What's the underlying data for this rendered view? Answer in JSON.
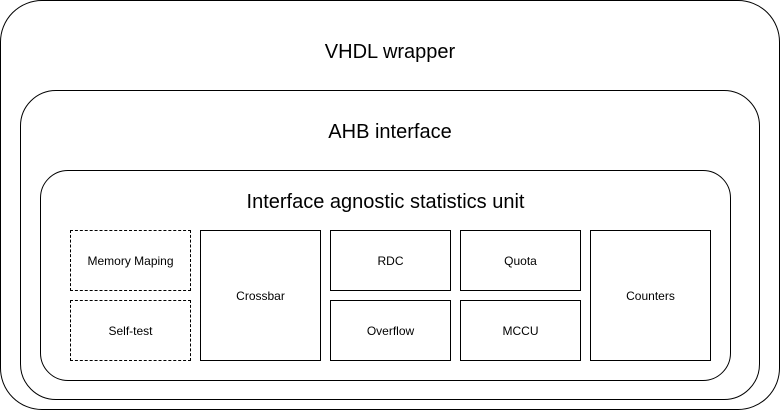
{
  "diagram": {
    "wrapper": {
      "title": "VHDL wrapper"
    },
    "interface": {
      "title": "AHB interface"
    },
    "unit": {
      "title": "Interface agnostic statistics unit",
      "blocks": {
        "memory_mapping": "Memory Maping",
        "self_test": "Self-test",
        "crossbar": "Crossbar",
        "rdc": "RDC",
        "overflow": "Overflow",
        "quota": "Quota",
        "mccu": "MCCU",
        "counters": "Counters"
      }
    }
  }
}
